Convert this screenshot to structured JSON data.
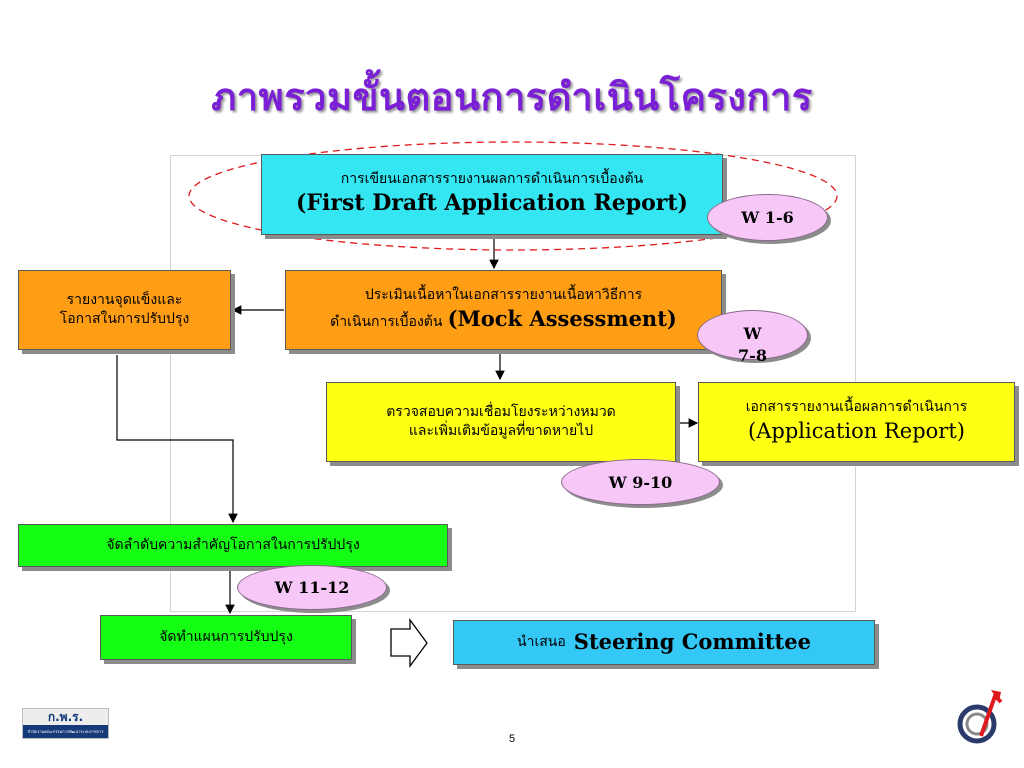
{
  "title": "ภาพรวมขั้นตอนการดำเนินโครงการ",
  "steps": {
    "first_draft": {
      "line1": "การเขียนเอกสารรายงานผลการดำเนินการเบื้องต้น",
      "line2": "(First Draft Application Report)"
    },
    "mock": {
      "line1": "ประเมินเนื้อหาในเอกสารรายงานเนื้อหาวิธีการ",
      "line2_th": "ดำเนินการเบื้องต้น",
      "line2_en": "(Mock Assessment)"
    },
    "strengths": {
      "line1": "รายงานจุดแข็งและ",
      "line2": "โอกาสในการปรับปรุง"
    },
    "verify": {
      "line1": "ตรวจสอบความเชื่อมโยงระหว่างหมวด",
      "line2": "และเพิ่มเติมข้อมูลที่ขาดหายไป"
    },
    "application": {
      "line1": "เอกสารรายงานเนื้อผลการดำเนินการ",
      "line2": "(Application Report)"
    },
    "prioritize": {
      "line1": "จัดลำดับความสำคัญโอกาสในการปรัปปรุง"
    },
    "plan": {
      "line1": "จัดทำแผนการปรับปรุง"
    },
    "steering": {
      "line1_th": "นำเสนอ",
      "line1_en": "Steering Committee"
    }
  },
  "weeks": {
    "w1": "W 1-6",
    "w2": "W 7-8",
    "w3": "W 9-10",
    "w4": "W 11-12"
  },
  "footer": {
    "page_number": "5",
    "org_logo_text": "ก.พ.ร.",
    "org_logo_subtext": "สำนักงานคณะกรรมการพัฒนาระบบราชการ"
  },
  "colors": {
    "title": "#7a1fd6",
    "cyan_box": "#33e6f2",
    "orange_box": "#ff9e14",
    "yellow_box": "#ffff14",
    "green_box": "#14ff14",
    "blue_box": "#33c8f5",
    "week_pill": "#f7c8f7",
    "highlight_ellipse": "#e0191f"
  }
}
